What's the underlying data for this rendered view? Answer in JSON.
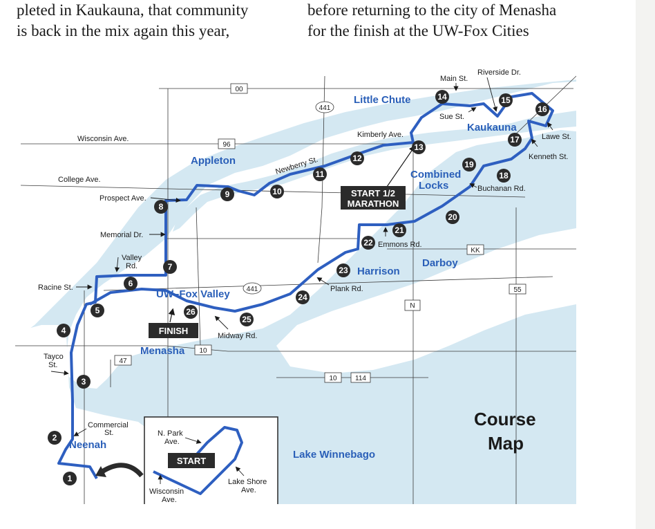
{
  "text_columns": {
    "left": [
      "pleted in Kaukauna, that community",
      "is back in the mix again this year,"
    ],
    "right": [
      "before returning to the city of Menasha",
      "for the finish at the UW-Fox Cities"
    ]
  },
  "map": {
    "title_line1": "Course",
    "title_line2": "Map",
    "towns": {
      "little_chute": "Little Chute",
      "kaukauna": "Kaukauna",
      "appleton": "Appleton",
      "combined_locks_1": "Combined",
      "combined_locks_2": "Locks",
      "harrison": "Harrison",
      "darboy": "Darboy",
      "uw_fox_valley": "UW–Fox Valley",
      "menasha": "Menasha",
      "neenah": "Neenah",
      "lake_winnebago": "Lake Winnebago"
    },
    "streets": {
      "main_st": "Main St.",
      "riverside_dr": "Riverside Dr.",
      "sue_st": "Sue St.",
      "lawe_st": "Lawe St.",
      "kenneth_st": "Kenneth St.",
      "buchanan_rd": "Buchanan Rd.",
      "kimberly_ave": "Kimberly Ave.",
      "newberry_st": "Newberry St.",
      "wisconsin_ave": "Wisconsin Ave.",
      "college_ave": "College Ave.",
      "prospect_ave": "Prospect Ave.",
      "memorial_dr": "Memorial Dr.",
      "valley_rd_1": "Valley",
      "valley_rd_2": "Rd.",
      "racine_st": "Racine St.",
      "tayco_st_1": "Tayco",
      "tayco_st_2": "St.",
      "commercial_st_1": "Commercial",
      "commercial_st_2": "St.",
      "plank_rd": "Plank Rd.",
      "midway_rd": "Midway Rd.",
      "emmons_rd": "Emmons Rd."
    },
    "highways": {
      "h00": "00",
      "h96": "96",
      "h441a": "441",
      "h441b": "441",
      "hKK": "KK",
      "h55": "55",
      "hN": "N",
      "h47": "47",
      "h10a": "10",
      "h10b": "10",
      "h114": "114"
    },
    "boxes": {
      "half_marathon_1": "START 1/2",
      "half_marathon_2": "MARATHON",
      "finish": "FINISH"
    },
    "mile_markers": [
      "1",
      "2",
      "3",
      "4",
      "5",
      "6",
      "7",
      "8",
      "9",
      "10",
      "11",
      "12",
      "13",
      "14",
      "15",
      "16",
      "17",
      "18",
      "19",
      "20",
      "21",
      "22",
      "23",
      "24",
      "25",
      "26"
    ],
    "inset": {
      "start": "START",
      "n_park_1": "N. Park",
      "n_park_2": "Ave.",
      "lake_shore_1": "Lake Shore",
      "lake_shore_2": "Ave.",
      "wisconsin_1": "Wisconsin",
      "wisconsin_2": "Ave."
    },
    "colors": {
      "water": "#d4e8f2",
      "land": "#ffffff",
      "route": "#2e5fc0",
      "marker": "#2b2b2b",
      "town_label": "#2a5fb8"
    }
  }
}
